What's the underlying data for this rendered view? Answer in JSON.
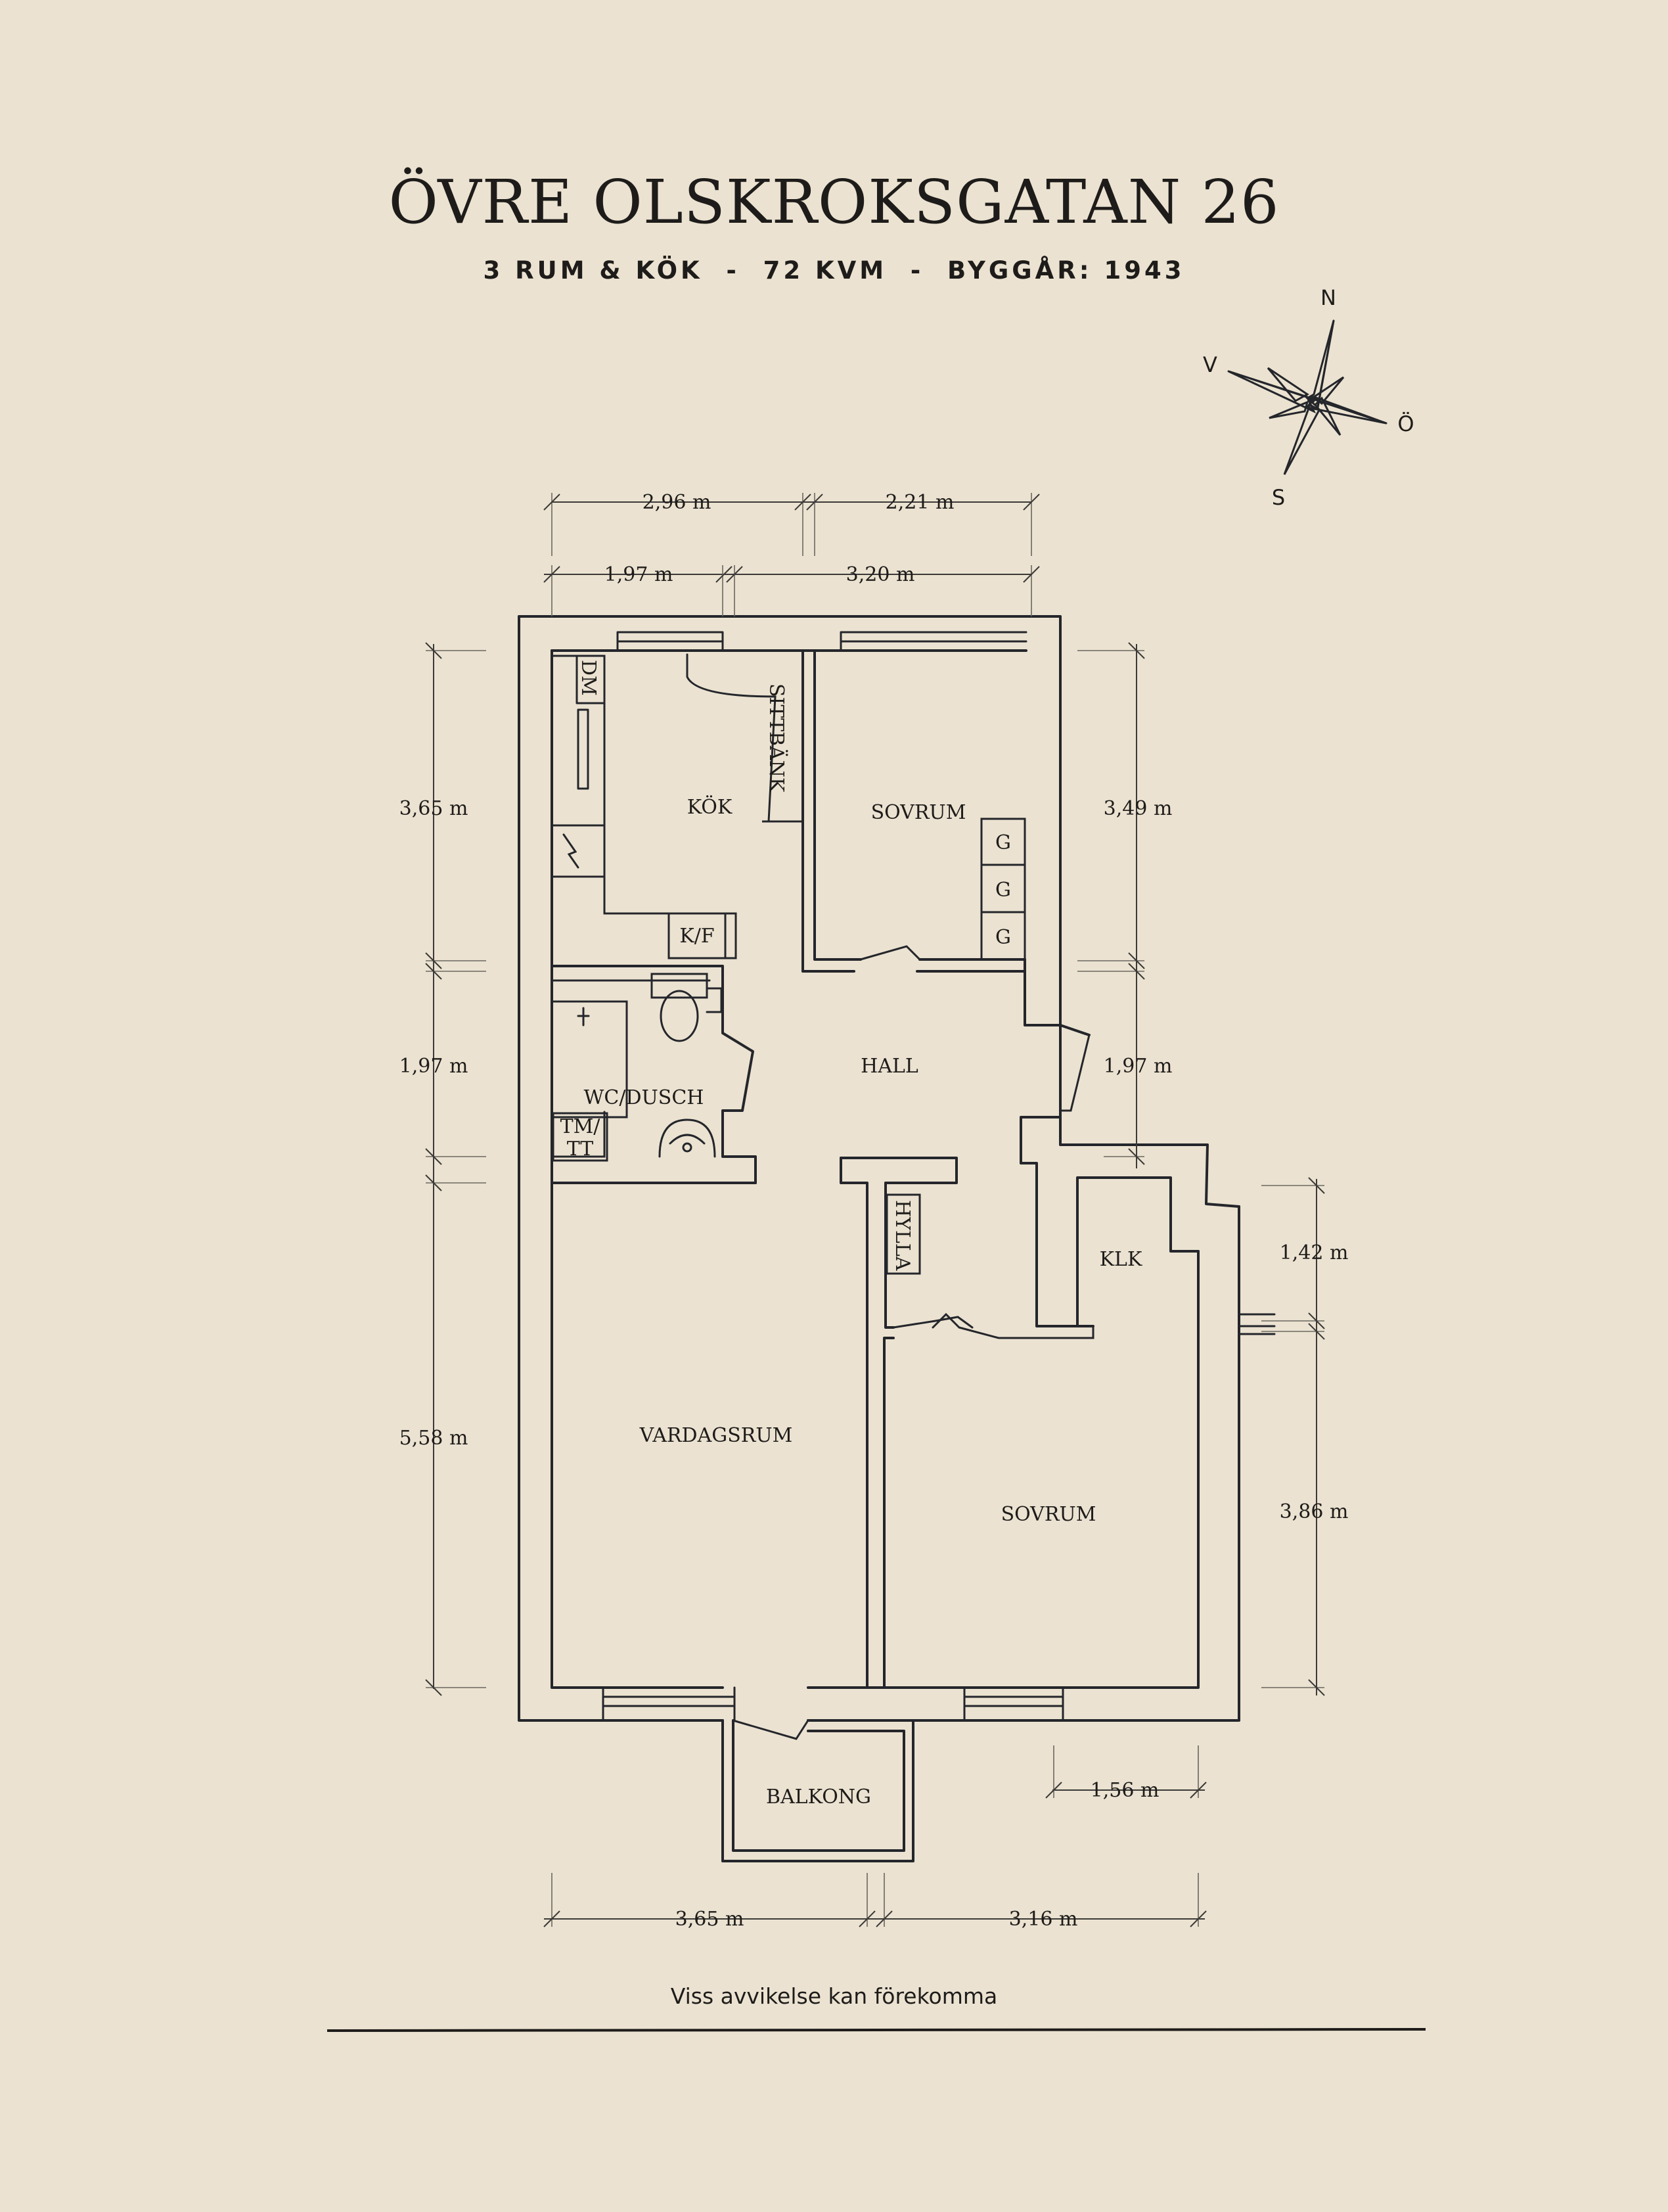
{
  "header": {
    "title": "ÖVRE OLSKROKSGATAN 26",
    "subtitle": "3 RUM & KÖK  -  72 KVM  -  BYGGÅR: 1943"
  },
  "compass": {
    "north": "N",
    "west": "V",
    "east": "Ö",
    "south": "S"
  },
  "rooms": {
    "kitchen": "KÖK",
    "bedroom_north": "SOVRUM",
    "hall": "HALL",
    "bathroom": "WC/DUSCH",
    "living_room": "VARDAGSRUM",
    "bedroom_south": "SOVRUM",
    "walk_in_closet": "KLK",
    "balcony": "BALKONG"
  },
  "fixtures": {
    "dishwasher": "DM",
    "bench": "SITTBÄNK",
    "fridge_freezer": "K/F",
    "wardrobe_1": "G",
    "wardrobe_2": "G",
    "wardrobe_3": "G",
    "laundry_line1": "TM/",
    "laundry_line2": "TT",
    "shelf": "HYLLA"
  },
  "dimensions": {
    "top_outer_left": "2,96 m",
    "top_outer_right": "2,21 m",
    "top_inner_left": "1,97 m",
    "top_inner_right": "3,20 m",
    "left_kitchen": "3,65 m",
    "left_bath": "1,97 m",
    "left_living": "5,58 m",
    "right_bedroom": "3,49 m",
    "right_hall": "1,97 m",
    "right_closet": "1,42 m",
    "right_bedroom2": "3,86 m",
    "balcony_right": "1,56 m",
    "bottom_left": "3,65 m",
    "bottom_right": "3,16 m"
  },
  "footer": {
    "disclaimer": "Viss avvikelse kan förekomma"
  }
}
